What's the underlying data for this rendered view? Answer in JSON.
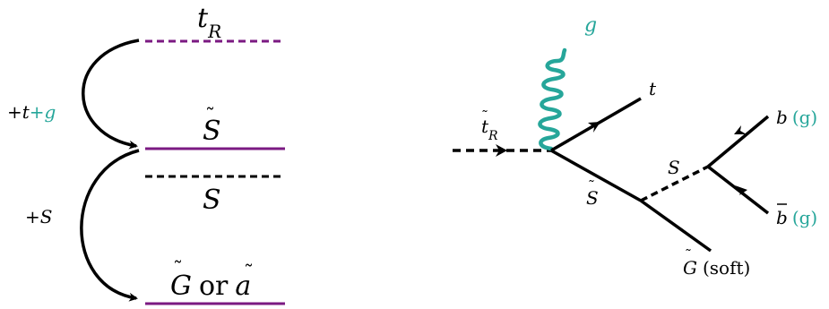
{
  "colors": {
    "ink": "#000000",
    "purple": "#7b1a82",
    "teal": "#26a69a"
  },
  "spectrum": {
    "levels": [
      {
        "base": "t",
        "tilde": true,
        "sub": "R",
        "style": "dashed",
        "color": "purple"
      },
      {
        "base": "S",
        "tilde": true,
        "sub": "",
        "style": "solid",
        "color": "purple"
      },
      {
        "base": "S",
        "tilde": false,
        "sub": "",
        "style": "dashed",
        "color": "ink"
      },
      {
        "base": "G",
        "tilde": true,
        "sub": "",
        "connector": "or",
        "alt": "a",
        "alt_tilde": true,
        "style": "solid",
        "color": "purple"
      }
    ],
    "transitions": [
      {
        "label_parts": [
          {
            "text": "+t",
            "color": "ink"
          },
          {
            "text": "+g",
            "color": "teal"
          }
        ]
      },
      {
        "label_parts": [
          {
            "text": "+S",
            "color": "ink"
          }
        ]
      }
    ]
  },
  "feynman": {
    "incoming": {
      "base": "t",
      "tilde": true,
      "sub": "R"
    },
    "gluon": {
      "label": "g"
    },
    "top": {
      "label": "t"
    },
    "stilde": {
      "base": "S",
      "tilde": true
    },
    "scalar": {
      "label": "S"
    },
    "gravitino": {
      "base": "G",
      "tilde": true,
      "note": "(soft)"
    },
    "b": {
      "label": "b",
      "extra": "(g)"
    },
    "bbar": {
      "label": "b",
      "bar": true,
      "extra": "(g)"
    }
  }
}
